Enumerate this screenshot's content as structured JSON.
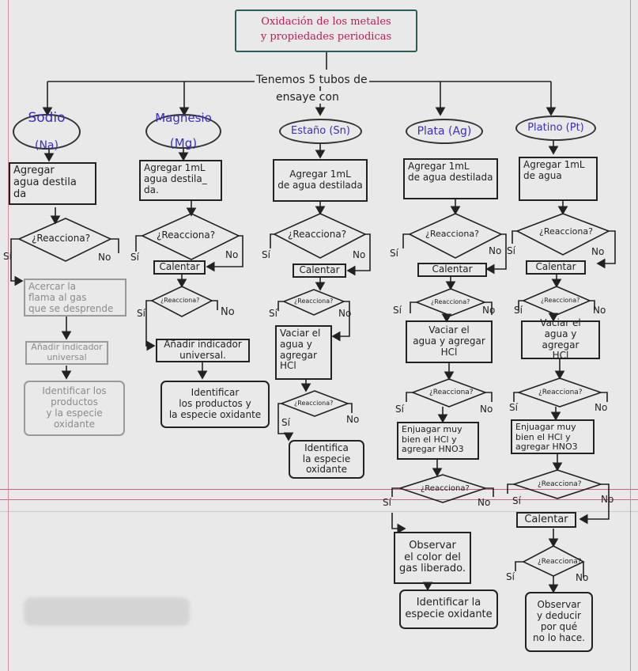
{
  "title": {
    "line1": "Oxidación de los metales",
    "line2": "y propiedades periodicas"
  },
  "intro": {
    "line1": "Tenemos 5 tubos de",
    "line2": "ensaye con"
  },
  "columns": [
    {
      "name": "Sodio",
      "symbol": "(Na)",
      "step1": "Agregar\nagua destila\nda",
      "react": "¿Reacciona?",
      "yes": "Sí",
      "no": "No",
      "yes_action": "Acercar la\nflama al gas\nque se desprende",
      "indicator": "Añadir indicador\nuniversal",
      "identify": "Identificar los\nproductos\ny la especie\noxidante"
    },
    {
      "name": "Magnesio",
      "symbol": "(Mg)",
      "step1": "Agregar 1mL\nagua destila_\nda.",
      "react": "¿Reacciona?",
      "yes": "Sí",
      "no": "No",
      "heat": "Calentar",
      "react2": "¿Reacciona?",
      "yes2": "Sí",
      "no2": "No",
      "indicator": "Añadir indicador\nuniversal.",
      "identify": "Identificar\nlos productos y\nla especie oxidante"
    },
    {
      "name": "Estaño (Sn)",
      "step1": "Agregar 1mL\nde agua destilada",
      "react": "¿Reacciona?",
      "yes": "Sí",
      "no": "No",
      "heat": "Calentar",
      "react2": "¿Reacciona?",
      "yes2": "Sí",
      "no2": "No",
      "action": "Vaciar el\nagua y\nagregar\nHCl",
      "react3": "¿Reacciona?",
      "yes3": "Sí",
      "no3": "No",
      "identify": "Identifica\nla especie\noxidante"
    },
    {
      "name": "Plata (Ag)",
      "step1": "Agregar 1mL\nde agua destilada",
      "react": "¿Reacciona?",
      "yes": "Sí",
      "no": "No",
      "heat": "Calentar",
      "react2": "¿Reacciona?",
      "yes2": "Sí",
      "no2": "No",
      "action": "Vaciar el\nagua y agregar\nHCl",
      "react3": "¿Reacciona?",
      "yes3": "Sí",
      "no3": "No",
      "rinse": "Enjuagar muy\nbien el HCl y\nagregar HNO3",
      "react4": "¿Reacciona?",
      "yes4": "Sí",
      "no4": "No",
      "observe": "Observar\nel color del\ngas liberado.",
      "identify": "Identificar la\nespecie oxidante"
    },
    {
      "name": "Platino (Pt)",
      "step1": "Agregar 1mL\nde agua",
      "react": "¿Reacciona?",
      "yes": "Sí",
      "no": "No",
      "heat": "Calentar",
      "react2": "¿Reacciona?",
      "yes2": "Sí",
      "no2": "No",
      "action": "Vaciar el\nagua y agregar\nHCl",
      "react3": "¿Reacciona?",
      "yes3": "Sí",
      "no3": "No",
      "rinse": "Enjuagar muy\nbien el HCl y\nagregar HNO3",
      "react4": "¿Reacciona?",
      "yes4": "Sí",
      "no4": "No",
      "heat2": "Calentar",
      "react5": "¿Reacciona?",
      "yes5": "Sí",
      "no5": "No",
      "final": "Observar\ny deducir\npor qué\nno lo hace."
    }
  ],
  "colors": {
    "ink": "#222222",
    "title_ink": "#c2185b",
    "metal_ink": "#3a2fbf",
    "margin_line": "#d88a9b",
    "paper": "#e9e9e9"
  }
}
